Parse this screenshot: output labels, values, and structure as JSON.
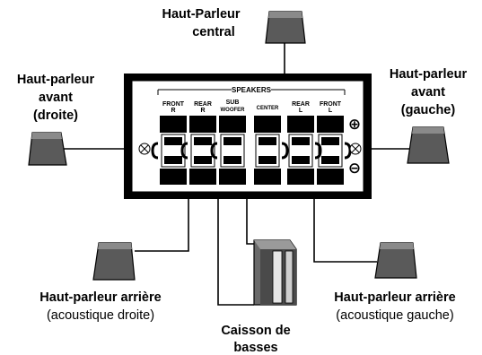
{
  "labels": {
    "center": [
      "Haut-Parleur",
      "central"
    ],
    "front_right": [
      "Haut-parleur",
      "avant",
      "(droite)"
    ],
    "front_left": [
      "Haut-parleur",
      "avant",
      "(gauche)"
    ],
    "rear_right": [
      "Haut-parleur arrière",
      "(acoustique droite)"
    ],
    "rear_left": [
      "Haut-parleur arrière",
      "(acoustique gauche)"
    ],
    "subwoofer": [
      "Caisson de",
      "basses"
    ]
  },
  "panel": {
    "title": "SPEAKERS",
    "terminals": [
      [
        "FRONT",
        "R"
      ],
      [
        "REAR",
        "R"
      ],
      [
        "SUB",
        "WOOFER"
      ],
      [
        "CENTER",
        ""
      ],
      [
        "REAR",
        "L"
      ],
      [
        "FRONT",
        "L"
      ]
    ],
    "plus": "⊕",
    "minus": "⊖"
  }
}
